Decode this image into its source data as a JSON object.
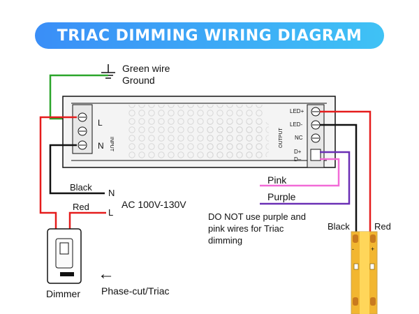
{
  "title": "TRIAC DIMMING WIRING DIAGRAM",
  "ground": {
    "line1": "Green wire",
    "line2": "Ground"
  },
  "driver": {
    "input_label": "INPUT",
    "output_label": "OUTPUT",
    "terminal_L": "L",
    "terminal_N": "N",
    "out_terminals": [
      "LED+",
      "LED-",
      "NC",
      "D+",
      "D–"
    ]
  },
  "wires": {
    "black": "Black",
    "red": "Red",
    "pink": "Pink",
    "purple": "Purple",
    "N": "N",
    "L": "L",
    "ac": "AC 100V-130V",
    "strip_black": "Black",
    "strip_red": "Red"
  },
  "note": {
    "line1": "DO NOT use purple and",
    "line2": "pink wires for Triac",
    "line3": "dimming"
  },
  "dimmer": {
    "label": "Dimmer"
  },
  "phase": {
    "label": "Phase-cut/Triac",
    "arrow": "←"
  },
  "strip": {
    "minus": "-",
    "plus": "+"
  },
  "colors": {
    "red": "#e51c1c",
    "black": "#111111",
    "green": "#2aa52a",
    "pink": "#f26bd7",
    "purple": "#6a2fb5",
    "strip": "#f2b630",
    "title_start": "#3a8ef7",
    "title_end": "#3fc2f5"
  }
}
